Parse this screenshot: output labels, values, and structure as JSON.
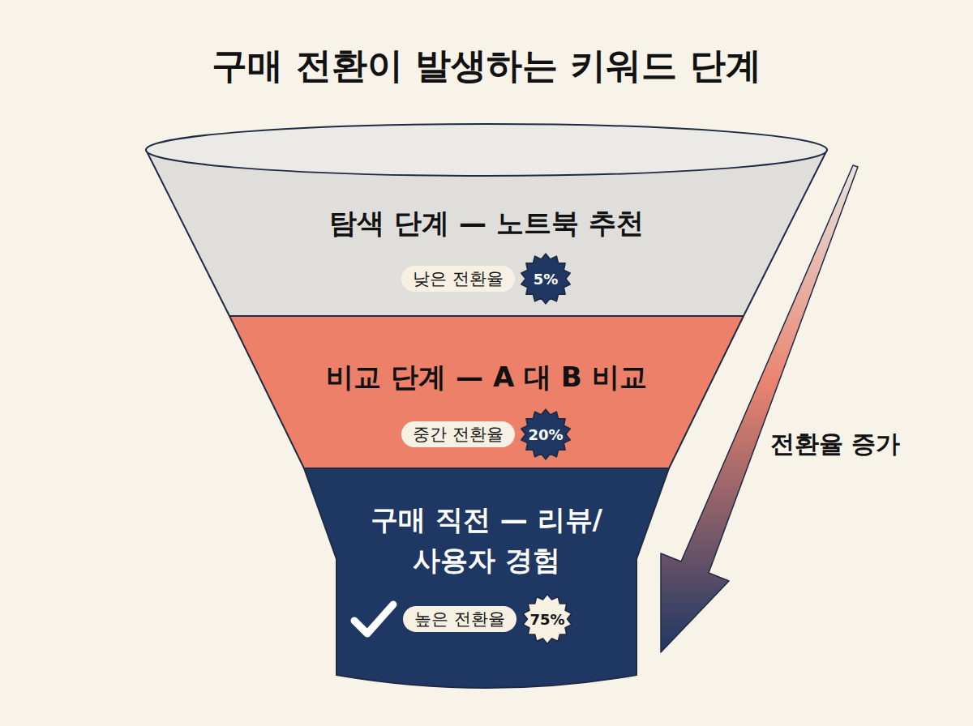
{
  "diagram": {
    "title": "구매 전환이 발생하는 키워드 단계",
    "nodes": [
      {
        "text": [
          "탐색 단계 — 노트북 추천"
        ]
      },
      {
        "text": [
          "낮은 전환율"
        ],
        "in": 0
      },
      {
        "text": [
          "5%"
        ],
        "in": 0
      },
      {
        "text": [
          "비교 단계 — A 대 B 비교"
        ]
      },
      {
        "text": [
          "중간 전환율"
        ],
        "in": 3
      },
      {
        "text": [
          "20%"
        ],
        "in": 3
      },
      {
        "text": [
          "구매 직전 — 리뷰/사용자 경험"
        ]
      },
      {
        "text": [
          "높은 전환율"
        ],
        "in": 6
      },
      {
        "text": [
          "75%"
        ],
        "in": 6
      }
    ],
    "edges": [],
    "labels": [
      "전환율 증가"
    ]
  }
}
